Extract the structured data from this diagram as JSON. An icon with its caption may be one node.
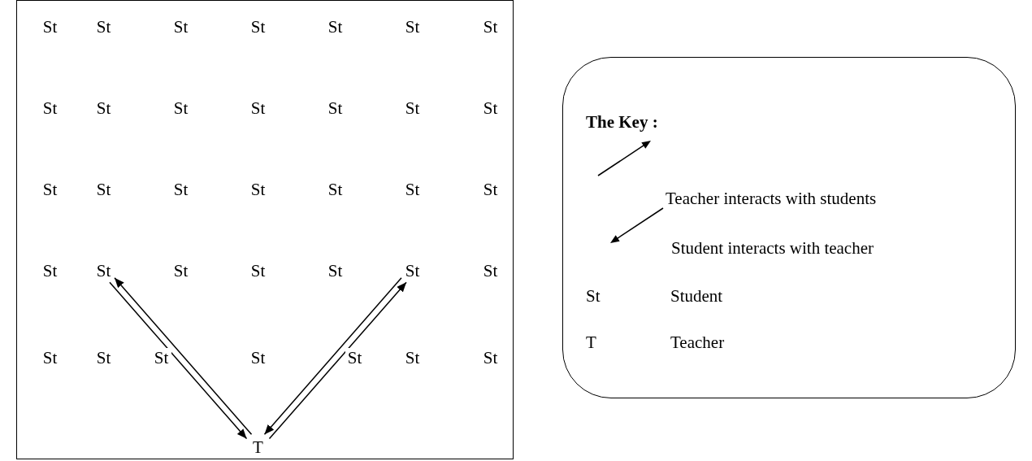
{
  "diagram": {
    "nodes": [
      {
        "text": [],
        "shape": "box"
      },
      {
        "text": [
          "St"
        ],
        "in": 0
      },
      {
        "text": [
          "St"
        ],
        "in": 0
      },
      {
        "text": [
          "St"
        ],
        "in": 0
      },
      {
        "text": [
          "St"
        ],
        "in": 0
      },
      {
        "text": [
          "St"
        ],
        "in": 0
      },
      {
        "text": [
          "St"
        ],
        "in": 0
      },
      {
        "text": [
          "St"
        ],
        "in": 0
      },
      {
        "text": [
          "St"
        ],
        "in": 0
      },
      {
        "text": [
          "St"
        ],
        "in": 0
      },
      {
        "text": [
          "St"
        ],
        "in": 0
      },
      {
        "text": [
          "St"
        ],
        "in": 0
      },
      {
        "text": [
          "St"
        ],
        "in": 0
      },
      {
        "text": [
          "St"
        ],
        "in": 0
      },
      {
        "text": [
          "St"
        ],
        "in": 0
      },
      {
        "text": [
          "St"
        ],
        "in": 0
      },
      {
        "text": [
          "St"
        ],
        "in": 0
      },
      {
        "text": [
          "St"
        ],
        "in": 0
      },
      {
        "text": [
          "St"
        ],
        "in": 0
      },
      {
        "text": [
          "St"
        ],
        "in": 0
      },
      {
        "text": [
          "St"
        ],
        "in": 0
      },
      {
        "text": [
          "St"
        ],
        "in": 0
      },
      {
        "text": [
          "St"
        ],
        "in": 0
      },
      {
        "text": [
          "St"
        ],
        "in": 0
      },
      {
        "text": [
          "St"
        ],
        "in": 0
      },
      {
        "text": [
          "St"
        ],
        "in": 0
      },
      {
        "text": [
          "St"
        ],
        "in": 0
      },
      {
        "text": [
          "St"
        ],
        "in": 0
      },
      {
        "text": [
          "St"
        ],
        "in": 0
      },
      {
        "text": [
          "St"
        ],
        "in": 0
      },
      {
        "text": [
          "St"
        ],
        "in": 0
      },
      {
        "text": [
          "St"
        ],
        "in": 0
      },
      {
        "text": [
          "St"
        ],
        "in": 0
      },
      {
        "text": [
          "St"
        ],
        "in": 0
      },
      {
        "text": [
          "St"
        ],
        "in": 0
      },
      {
        "text": [
          "St"
        ],
        "in": 0
      },
      {
        "text": [
          "T"
        ],
        "in": 0
      },
      {
        "text": [
          "The Key :"
        ]
      }
    ],
    "edges": [
      {
        "from": 36,
        "to": 23,
        "arrow": "to"
      },
      {
        "from": 23,
        "to": 36,
        "arrow": "to"
      },
      {
        "from": 36,
        "to": 27,
        "arrow": "to"
      },
      {
        "from": 27,
        "to": 36,
        "arrow": "to"
      }
    ],
    "labels": [
      "St",
      "Student",
      "T",
      "Teacher"
    ],
    "legend": [
      {
        "text": "Teacher interacts with students"
      },
      {
        "text": "Student interacts with teacher"
      }
    ]
  }
}
